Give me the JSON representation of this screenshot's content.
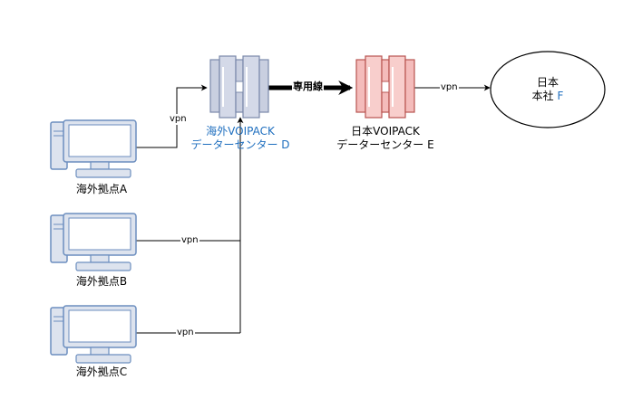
{
  "nodes": {
    "base_a": {
      "label": "海外拠点A"
    },
    "base_b": {
      "label": "海外拠点B"
    },
    "base_c": {
      "label": "海外拠点C"
    },
    "dc_d": {
      "line1": "海外VOIPACK",
      "line2": "データーセンター D"
    },
    "dc_e": {
      "line1": "日本VOIPACK",
      "line2": "データーセンター E"
    },
    "hq_f": {
      "line1": "日本",
      "line2_prefix": "本社 ",
      "line2_suffix": "F"
    }
  },
  "edges": {
    "a_to_d": "vpn",
    "b_to_d": "vpn",
    "c_to_d": "vpn",
    "d_to_e": "専用線",
    "e_to_f": "vpn"
  },
  "colors": {
    "computer_fill": "#dae8fc",
    "computer_stroke": "#6c8ebf",
    "dc_d_fill": "#c9cfe0",
    "dc_d_stroke": "#7a88aa",
    "dc_e_fill": "#f8cecc",
    "dc_e_stroke": "#b85450",
    "dc_d_text": "#1f6fbf",
    "hq_f_accent": "#1f6fbf"
  }
}
